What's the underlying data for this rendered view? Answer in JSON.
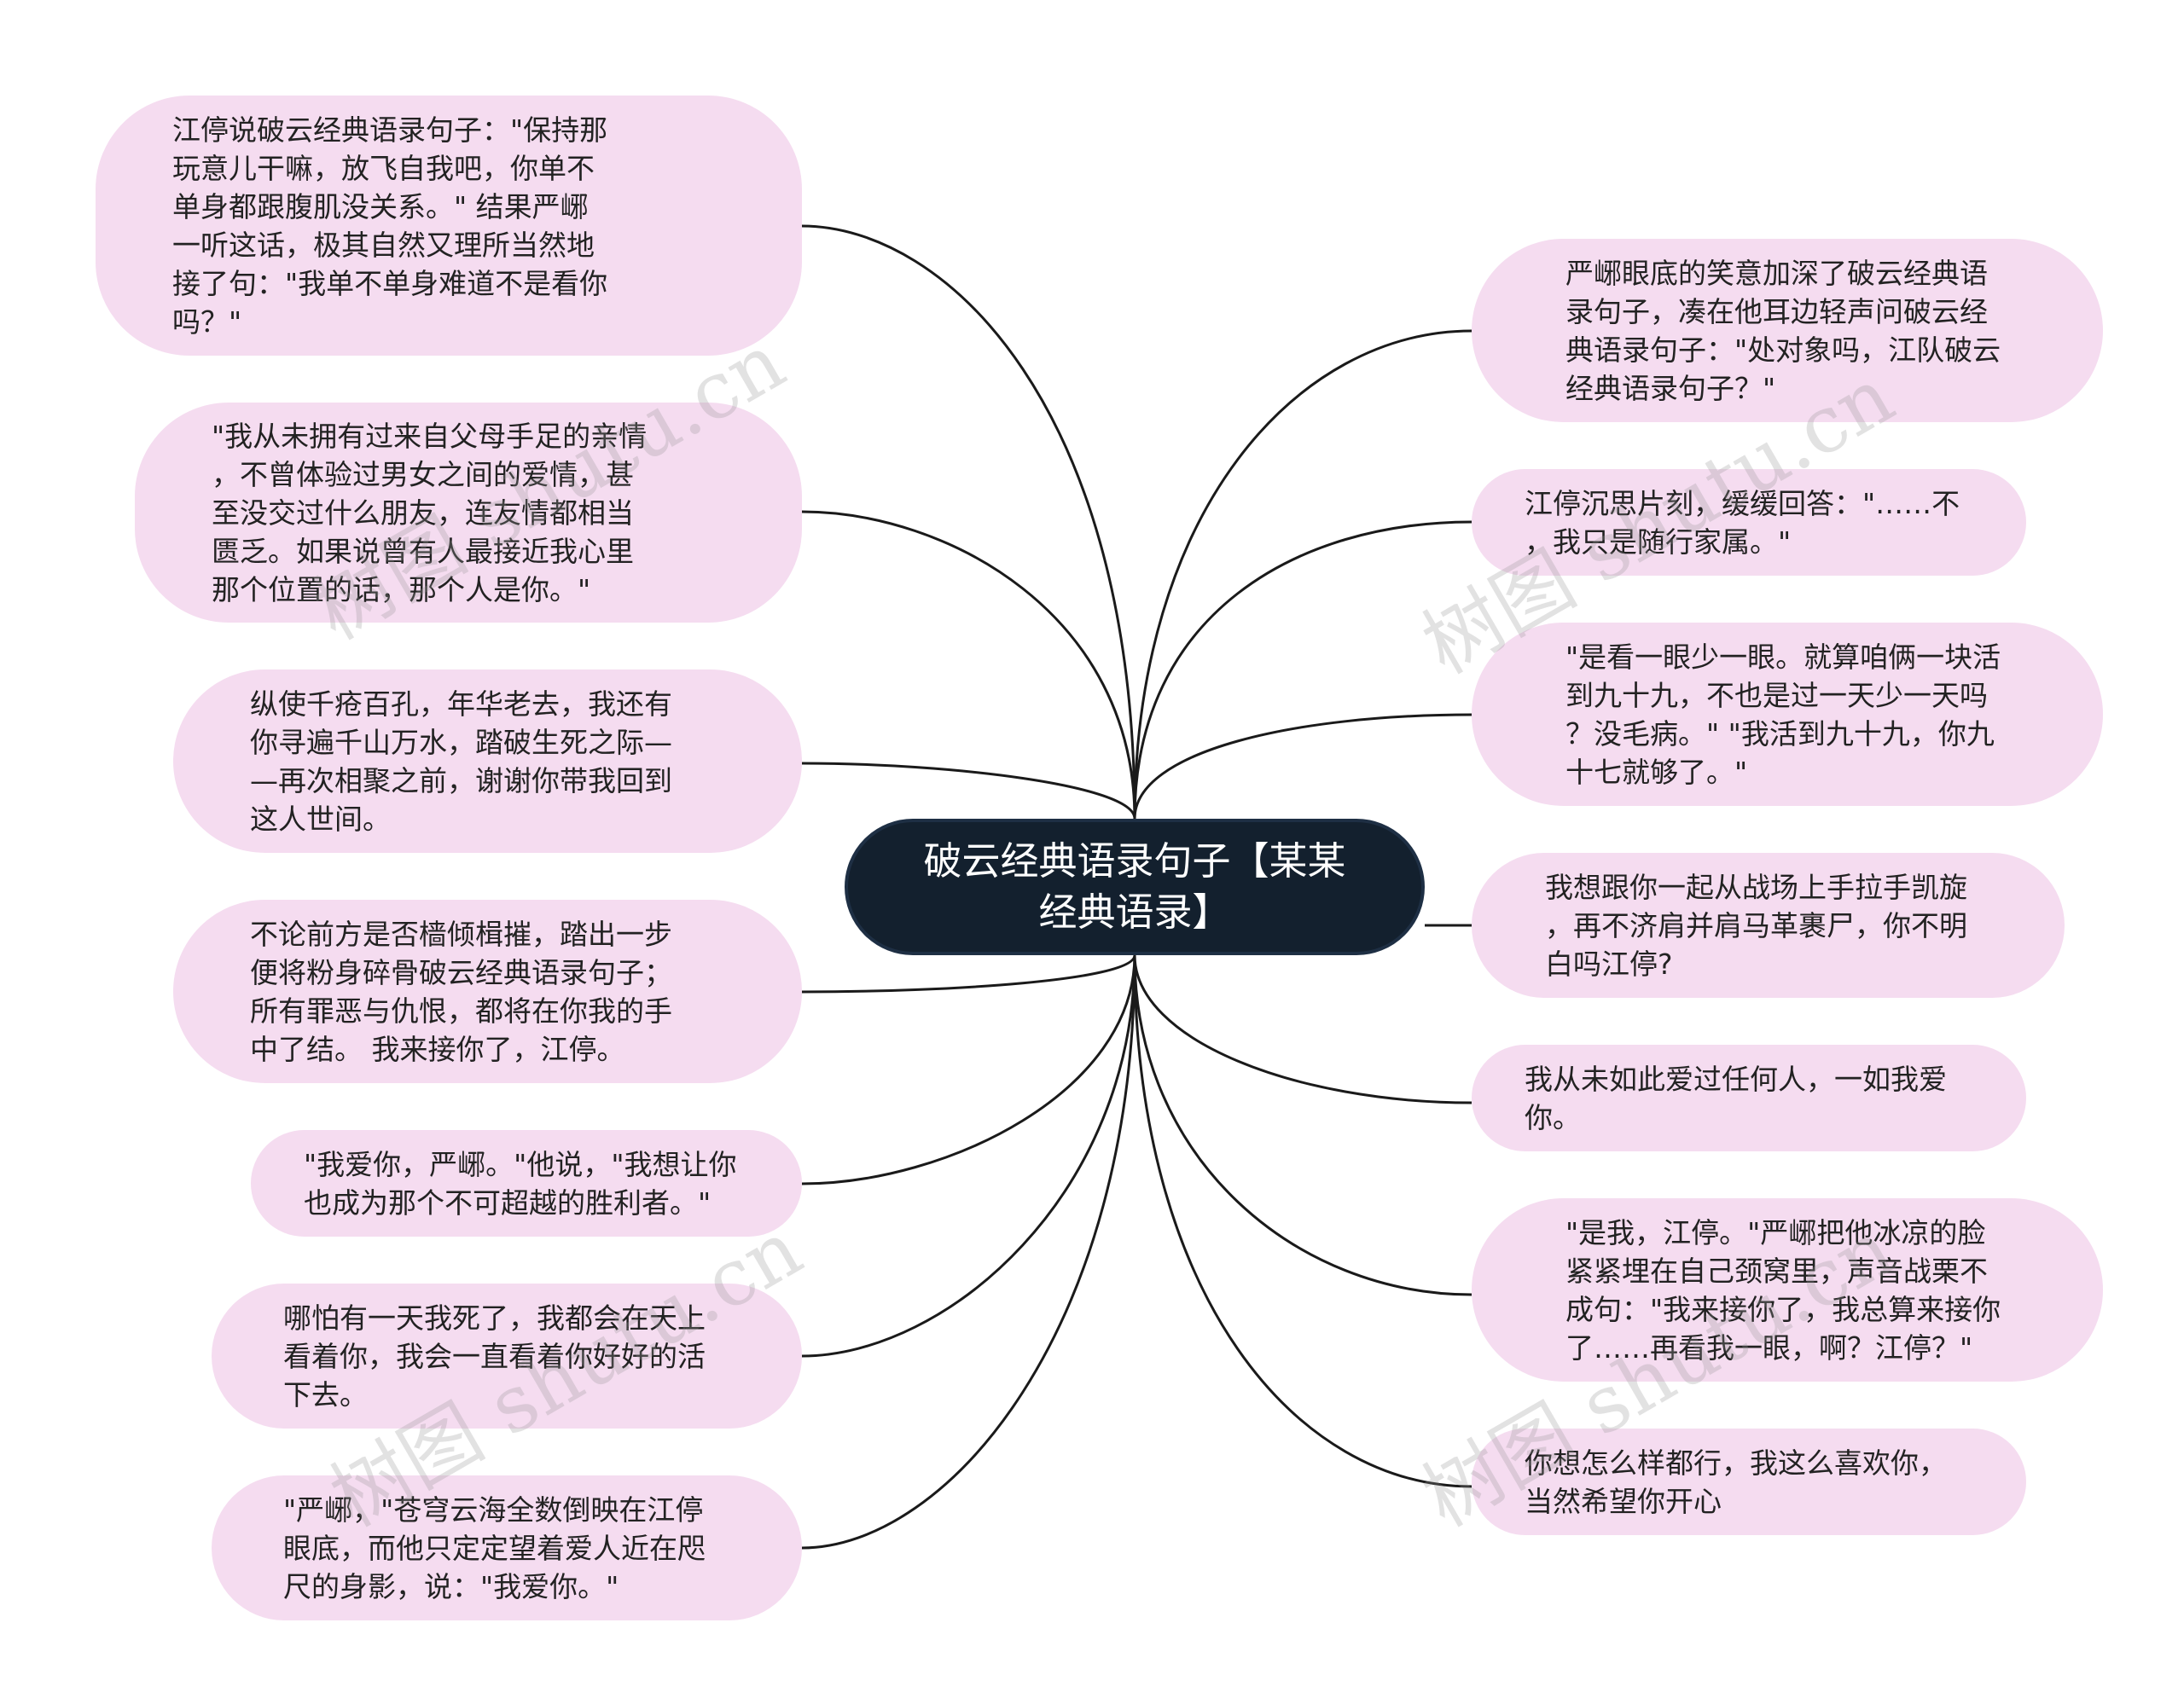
{
  "center": {
    "label": "破云经典语录句子【某某\n经典语录】"
  },
  "left_nodes": [
    {
      "text": "江停说破云经典语录句子：\"保持那\n玩意儿干嘛，放飞自我吧，你单不\n单身都跟腹肌没关系。\" 结果严峫\n一听这话，极其自然又理所当然地\n接了句：\"我单不单身难道不是看你\n吗？\""
    },
    {
      "text": "\"我从未拥有过来自父母手足的亲情\n，不曾体验过男女之间的爱情，甚\n至没交过什么朋友，连友情都相当\n匮乏。如果说曾有人最接近我心里\n那个位置的话，那个人是你。\""
    },
    {
      "text": "纵使千疮百孔，年华老去，我还有\n你寻遍千山万水，踏破生死之际—\n—再次相聚之前，谢谢你带我回到\n这人世间。"
    },
    {
      "text": "不论前方是否樯倾楫摧，踏出一步\n便将粉身碎骨破云经典语录句子；\n所有罪恶与仇恨，都将在你我的手\n中了结。 我来接你了，江停。"
    },
    {
      "text": "\"我爱你，严峫。\"他说，\"我想让你\n也成为那个不可超越的胜利者。\""
    },
    {
      "text": "哪怕有一天我死了，我都会在天上\n看着你，我会一直看着你好好的活\n下去。"
    },
    {
      "text": "\"严峫，\"苍穹云海全数倒映在江停\n眼底，而他只定定望着爱人近在咫\n尺的身影，说：\"我爱你。\""
    }
  ],
  "right_nodes": [
    {
      "text": "严峫眼底的笑意加深了破云经典语\n录句子，凑在他耳边轻声问破云经\n典语录句子：\"处对象吗，江队破云\n经典语录句子？\""
    },
    {
      "text": "江停沉思片刻，缓缓回答：\"……不\n，我只是随行家属。\""
    },
    {
      "text": "\"是看一眼少一眼。就算咱俩一块活\n到九十九，不也是过一天少一天吗\n？没毛病。\" \"我活到九十九，你九\n十七就够了。\""
    },
    {
      "text": "我想跟你一起从战场上手拉手凯旋\n，再不济肩并肩马革裹尸，你不明\n白吗江停?"
    },
    {
      "text": "我从未如此爱过任何人，一如我爱\n你。"
    },
    {
      "text": "\"是我，江停。\"严峫把他冰凉的脸\n紧紧埋在自己颈窝里，声音战栗不\n成句：\"我来接你了，我总算来接你\n了……再看我一眼，啊？江停？\""
    },
    {
      "text": "你想怎么样都行，我这么喜欢你，\n当然希望你开心"
    }
  ],
  "watermark": "树图 shutu.cn",
  "colors": {
    "node_fill": "#f5dcf0",
    "center_fill": "#13202e",
    "link": "#1a1a1a"
  }
}
